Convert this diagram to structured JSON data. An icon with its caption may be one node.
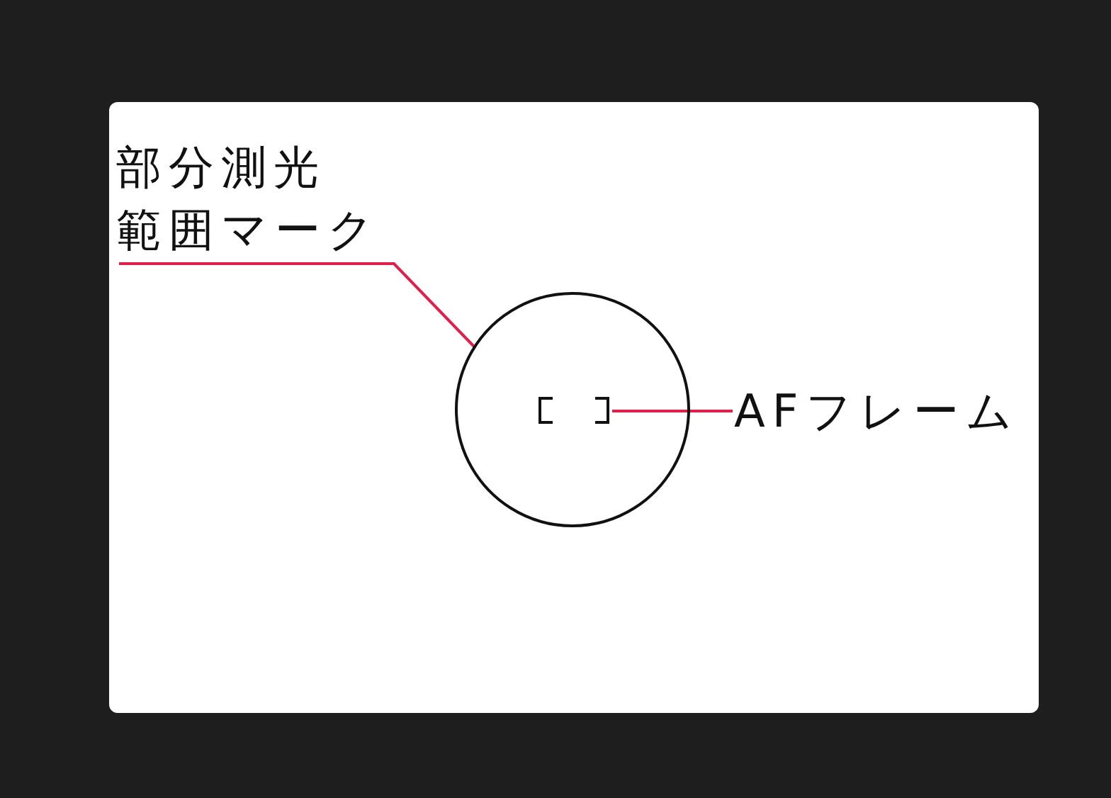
{
  "diagram": {
    "nodes": [
      {
        "text": [
          "部分測光範囲マーク"
        ]
      },
      {
        "text": [],
        "shape": "circle"
      },
      {
        "text": [],
        "shape": "box",
        "in": 1
      },
      {
        "text": [
          "AFフレーム"
        ]
      }
    ],
    "edges": [
      {
        "from": 0,
        "to": 1,
        "arrow": "none"
      },
      {
        "from": 2,
        "to": 3,
        "arrow": "none"
      }
    ]
  }
}
